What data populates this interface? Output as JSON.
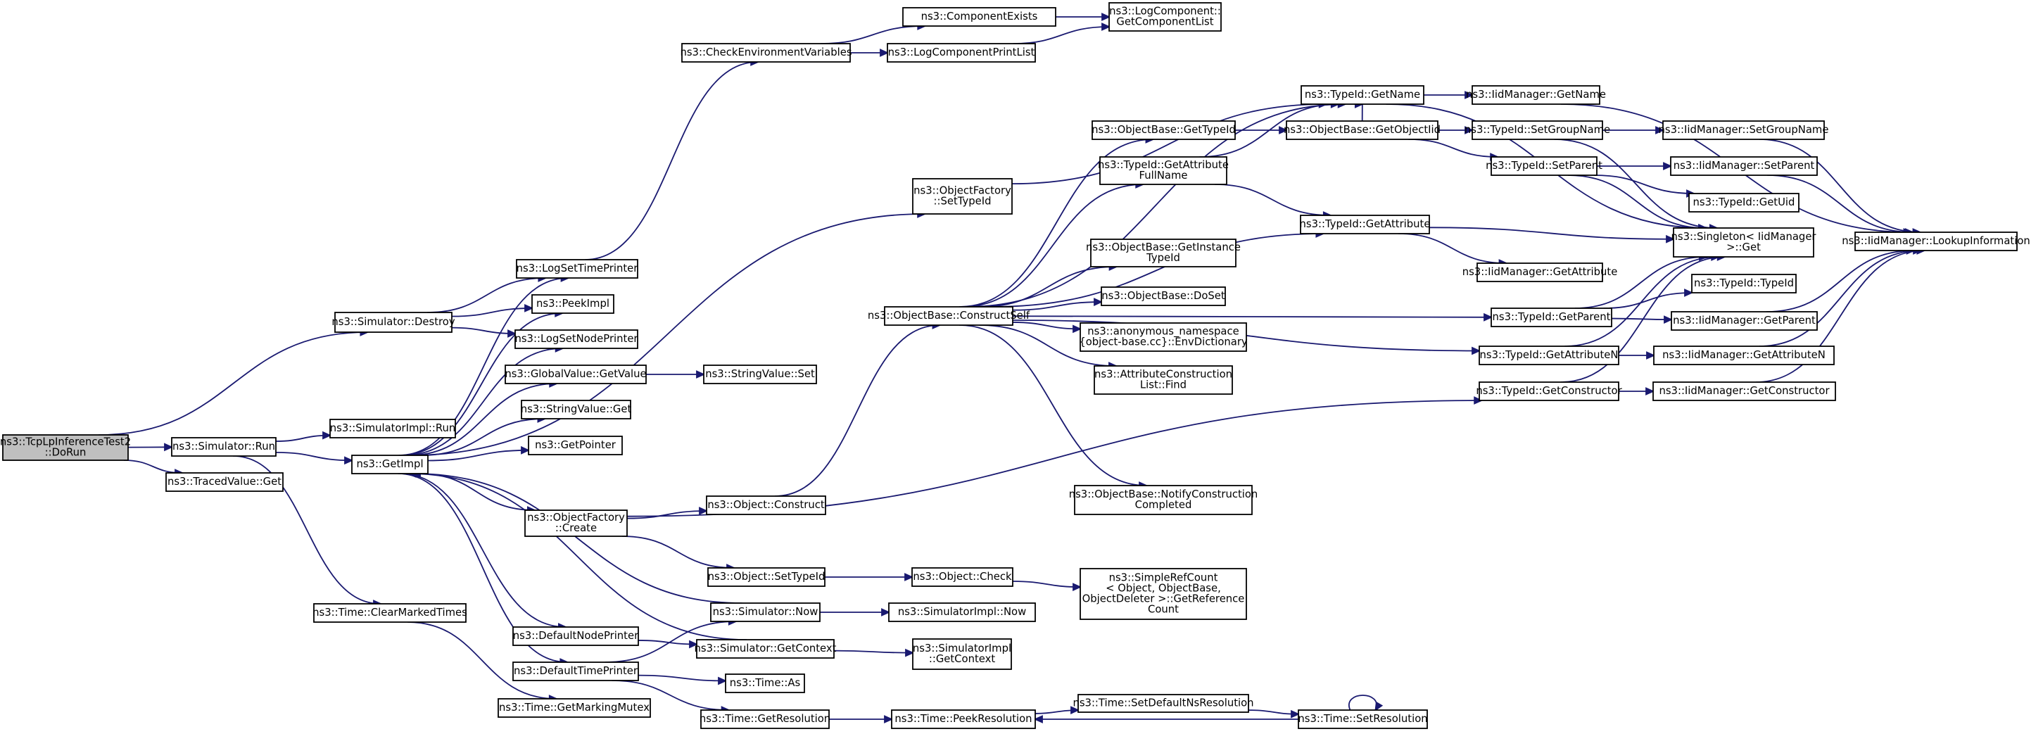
{
  "diagram": {
    "type": "call-graph",
    "edge_color": "#191970",
    "root_fill": "#bfbfbf",
    "nodes": [
      {
        "id": "root",
        "lines": [
          "ns3::TcpLpInferenceTest2",
          "::DoRun"
        ],
        "root": true
      },
      {
        "id": "simDestroy",
        "lines": [
          "ns3::Simulator::Destroy"
        ]
      },
      {
        "id": "simRun",
        "lines": [
          "ns3::Simulator::Run"
        ]
      },
      {
        "id": "tracedGet",
        "lines": [
          "ns3::TracedValue::Get"
        ]
      },
      {
        "id": "logSetTime",
        "lines": [
          "ns3::LogSetTimePrinter"
        ]
      },
      {
        "id": "peekImpl",
        "lines": [
          "ns3::PeekImpl"
        ]
      },
      {
        "id": "logSetNode",
        "lines": [
          "ns3::LogSetNodePrinter"
        ]
      },
      {
        "id": "gvGetValue",
        "lines": [
          "ns3::GlobalValue::GetValue"
        ]
      },
      {
        "id": "svGet",
        "lines": [
          "ns3::StringValue::Get"
        ]
      },
      {
        "id": "getPointer",
        "lines": [
          "ns3::GetPointer"
        ]
      },
      {
        "id": "simImplRun",
        "lines": [
          "ns3::SimulatorImpl::Run"
        ]
      },
      {
        "id": "getImpl",
        "lines": [
          "ns3::GetImpl"
        ]
      },
      {
        "id": "ofCreate",
        "lines": [
          "ns3::ObjectFactory",
          "::Create"
        ]
      },
      {
        "id": "clearMarked",
        "lines": [
          "ns3::Time::ClearMarkedTimes"
        ]
      },
      {
        "id": "defNode",
        "lines": [
          "ns3::DefaultNodePrinter"
        ]
      },
      {
        "id": "defTime",
        "lines": [
          "ns3::DefaultTimePrinter"
        ]
      },
      {
        "id": "getMarkMutex",
        "lines": [
          "ns3::Time::GetMarkingMutex"
        ]
      },
      {
        "id": "checkEnv",
        "lines": [
          "ns3::CheckEnvironmentVariables"
        ]
      },
      {
        "id": "svSet",
        "lines": [
          "ns3::StringValue::Set"
        ]
      },
      {
        "id": "objConstruct",
        "lines": [
          "ns3::Object::Construct"
        ]
      },
      {
        "id": "objSetTypeId",
        "lines": [
          "ns3::Object::SetTypeId"
        ]
      },
      {
        "id": "simNow",
        "lines": [
          "ns3::Simulator::Now"
        ]
      },
      {
        "id": "simGetCtx",
        "lines": [
          "ns3::Simulator::GetContext"
        ]
      },
      {
        "id": "timeAs",
        "lines": [
          "ns3::Time::As"
        ]
      },
      {
        "id": "timeGetRes",
        "lines": [
          "ns3::Time::GetResolution"
        ]
      },
      {
        "id": "compExists",
        "lines": [
          "ns3::ComponentExists"
        ]
      },
      {
        "id": "logCompPrint",
        "lines": [
          "ns3::LogComponentPrintList"
        ]
      },
      {
        "id": "ofSetTypeId",
        "lines": [
          "ns3::ObjectFactory",
          "::SetTypeId"
        ]
      },
      {
        "id": "obConstructSelf",
        "lines": [
          "ns3::ObjectBase::ConstructSelf"
        ]
      },
      {
        "id": "objCheck",
        "lines": [
          "ns3::Object::Check"
        ]
      },
      {
        "id": "simImplNow",
        "lines": [
          "ns3::SimulatorImpl::Now"
        ]
      },
      {
        "id": "simImplGetCtx",
        "lines": [
          "ns3::SimulatorImpl",
          "::GetContext"
        ]
      },
      {
        "id": "timePeekRes",
        "lines": [
          "ns3::Time::PeekResolution"
        ]
      },
      {
        "id": "logCompGetList",
        "lines": [
          "ns3::LogComponent::",
          "GetComponentList"
        ]
      },
      {
        "id": "obGetTypeId",
        "lines": [
          "ns3::ObjectBase::GetTypeId"
        ]
      },
      {
        "id": "tidGetAttrFull",
        "lines": [
          "ns3::TypeId::GetAttribute",
          "FullName"
        ]
      },
      {
        "id": "obGetInstTid",
        "lines": [
          "ns3::ObjectBase::GetInstance",
          "TypeId"
        ]
      },
      {
        "id": "obDoSet",
        "lines": [
          "ns3::ObjectBase::DoSet"
        ]
      },
      {
        "id": "anonEnvDict",
        "lines": [
          "ns3::anonymous_namespace",
          "{object-base.cc}::EnvDictionary"
        ]
      },
      {
        "id": "attrConsFind",
        "lines": [
          "ns3::AttributeConstruction",
          "List::Find"
        ]
      },
      {
        "id": "obNotify",
        "lines": [
          "ns3::ObjectBase::NotifyConstruction",
          "Completed"
        ]
      },
      {
        "id": "simpleRef",
        "lines": [
          "ns3::SimpleRefCount",
          "< Object, ObjectBase,",
          "ObjectDeleter >::GetReference",
          "Count"
        ]
      },
      {
        "id": "timeSetDefNs",
        "lines": [
          "ns3::Time::SetDefaultNsResolution"
        ]
      },
      {
        "id": "tidGetName",
        "lines": [
          "ns3::TypeId::GetName"
        ]
      },
      {
        "id": "obGetObjTid",
        "lines": [
          "ns3::ObjectBase::GetObjectIid"
        ]
      },
      {
        "id": "tidGetAttr",
        "lines": [
          "ns3::TypeId::GetAttribute"
        ]
      },
      {
        "id": "tidGetParent",
        "lines": [
          "ns3::TypeId::GetParent"
        ]
      },
      {
        "id": "tidGetAttrN",
        "lines": [
          "ns3::TypeId::GetAttributeN"
        ]
      },
      {
        "id": "tidGetCons",
        "lines": [
          "ns3::TypeId::GetConstructor"
        ]
      },
      {
        "id": "timeSetRes",
        "lines": [
          "ns3::Time::SetResolution"
        ]
      },
      {
        "id": "iidGetName",
        "lines": [
          "ns3::IidManager::GetName"
        ]
      },
      {
        "id": "tidSetGroup",
        "lines": [
          "ns3::TypeId::SetGroupName"
        ]
      },
      {
        "id": "tidSetParent",
        "lines": [
          "ns3::TypeId::SetParent"
        ]
      },
      {
        "id": "iidGetAttr",
        "lines": [
          "ns3::IidManager::GetAttribute"
        ]
      },
      {
        "id": "singletonGet",
        "lines": [
          "ns3::Singleton< IidManager",
          ">::Get"
        ]
      },
      {
        "id": "tidTypeId",
        "lines": [
          "ns3::TypeId::TypeId"
        ]
      },
      {
        "id": "iidSetGroup",
        "lines": [
          "ns3::IidManager::SetGroupName"
        ]
      },
      {
        "id": "iidSetParent",
        "lines": [
          "ns3::IidManager::SetParent"
        ]
      },
      {
        "id": "tidGetUid",
        "lines": [
          "ns3::TypeId::GetUid"
        ]
      },
      {
        "id": "iidGetParent",
        "lines": [
          "ns3::IidManager::GetParent"
        ]
      },
      {
        "id": "iidGetAttrN",
        "lines": [
          "ns3::IidManager::GetAttributeN"
        ]
      },
      {
        "id": "iidGetCons",
        "lines": [
          "ns3::IidManager::GetConstructor"
        ]
      },
      {
        "id": "iidLookup",
        "lines": [
          "ns3::IidManager::LookupInformation"
        ]
      }
    ],
    "edges": [
      [
        "root",
        "simDestroy"
      ],
      [
        "root",
        "simRun"
      ],
      [
        "root",
        "tracedGet"
      ],
      [
        "simDestroy",
        "logSetTime"
      ],
      [
        "simDestroy",
        "peekImpl"
      ],
      [
        "simDestroy",
        "logSetNode"
      ],
      [
        "simRun",
        "simImplRun"
      ],
      [
        "simRun",
        "getImpl"
      ],
      [
        "simRun",
        "clearMarked"
      ],
      [
        "getImpl",
        "logSetTime"
      ],
      [
        "getImpl",
        "peekImpl"
      ],
      [
        "getImpl",
        "logSetNode"
      ],
      [
        "getImpl",
        "gvGetValue"
      ],
      [
        "getImpl",
        "svGet"
      ],
      [
        "getImpl",
        "getPointer"
      ],
      [
        "getImpl",
        "ofCreate"
      ],
      [
        "getImpl",
        "defNode"
      ],
      [
        "getImpl",
        "defTime"
      ],
      [
        "getImpl",
        "ofSetTypeId"
      ],
      [
        "logSetTime",
        "checkEnv"
      ],
      [
        "gvGetValue",
        "svSet"
      ],
      [
        "ofCreate",
        "objConstruct"
      ],
      [
        "ofCreate",
        "objSetTypeId"
      ],
      [
        "ofCreate",
        "tidGetCons"
      ],
      [
        "clearMarked",
        "getMarkMutex"
      ],
      [
        "defNode",
        "simGetCtx"
      ],
      [
        "defTime",
        "simNow"
      ],
      [
        "defTime",
        "timeAs"
      ],
      [
        "defTime",
        "timeGetRes"
      ],
      [
        "simNow",
        "getImpl"
      ],
      [
        "simNow",
        "simImplNow"
      ],
      [
        "simGetCtx",
        "getImpl"
      ],
      [
        "simGetCtx",
        "simImplGetCtx"
      ],
      [
        "checkEnv",
        "compExists"
      ],
      [
        "checkEnv",
        "logCompPrint"
      ],
      [
        "compExists",
        "logCompGetList"
      ],
      [
        "logCompPrint",
        "logCompGetList"
      ],
      [
        "objConstruct",
        "obConstructSelf"
      ],
      [
        "objSetTypeId",
        "objCheck"
      ],
      [
        "objCheck",
        "simpleRef"
      ],
      [
        "timeGetRes",
        "timePeekRes"
      ],
      [
        "timePeekRes",
        "timeSetDefNs"
      ],
      [
        "timeSetDefNs",
        "timeSetRes"
      ],
      [
        "timeSetRes",
        "timePeekRes"
      ],
      [
        "timeSetRes",
        "timeSetRes"
      ],
      [
        "ofSetTypeId",
        "tidGetName"
      ],
      [
        "obConstructSelf",
        "obGetTypeId"
      ],
      [
        "obConstructSelf",
        "tidGetAttrFull"
      ],
      [
        "obConstructSelf",
        "obGetInstTid"
      ],
      [
        "obConstructSelf",
        "obDoSet"
      ],
      [
        "obConstructSelf",
        "anonEnvDict"
      ],
      [
        "obConstructSelf",
        "attrConsFind"
      ],
      [
        "obConstructSelf",
        "obNotify"
      ],
      [
        "obConstructSelf",
        "tidGetName"
      ],
      [
        "obConstructSelf",
        "tidGetAttr"
      ],
      [
        "obConstructSelf",
        "tidGetParent"
      ],
      [
        "obConstructSelf",
        "tidGetAttrN"
      ],
      [
        "obGetTypeId",
        "obGetObjTid"
      ],
      [
        "tidGetAttrFull",
        "tidGetName"
      ],
      [
        "tidGetAttrFull",
        "tidGetAttr"
      ],
      [
        "obGetObjTid",
        "tidGetName"
      ],
      [
        "obGetObjTid",
        "tidSetGroup"
      ],
      [
        "obGetObjTid",
        "tidSetParent"
      ],
      [
        "tidGetName",
        "iidGetName"
      ],
      [
        "tidGetName",
        "singletonGet"
      ],
      [
        "tidGetAttr",
        "iidGetAttr"
      ],
      [
        "tidGetAttr",
        "singletonGet"
      ],
      [
        "tidGetParent",
        "singletonGet"
      ],
      [
        "tidGetParent",
        "tidTypeId"
      ],
      [
        "tidGetParent",
        "iidGetParent"
      ],
      [
        "tidGetAttrN",
        "singletonGet"
      ],
      [
        "tidGetAttrN",
        "iidGetAttrN"
      ],
      [
        "tidGetCons",
        "singletonGet"
      ],
      [
        "tidGetCons",
        "iidGetCons"
      ],
      [
        "tidSetGroup",
        "iidSetGroup"
      ],
      [
        "tidSetGroup",
        "singletonGet"
      ],
      [
        "tidSetParent",
        "iidSetParent"
      ],
      [
        "tidSetParent",
        "tidGetUid"
      ],
      [
        "tidSetParent",
        "singletonGet"
      ],
      [
        "iidGetName",
        "iidLookup"
      ],
      [
        "iidSetGroup",
        "iidLookup"
      ],
      [
        "iidSetParent",
        "iidLookup"
      ],
      [
        "iidGetParent",
        "iidLookup"
      ],
      [
        "iidGetAttrN",
        "iidLookup"
      ],
      [
        "iidGetCons",
        "iidLookup"
      ]
    ]
  }
}
